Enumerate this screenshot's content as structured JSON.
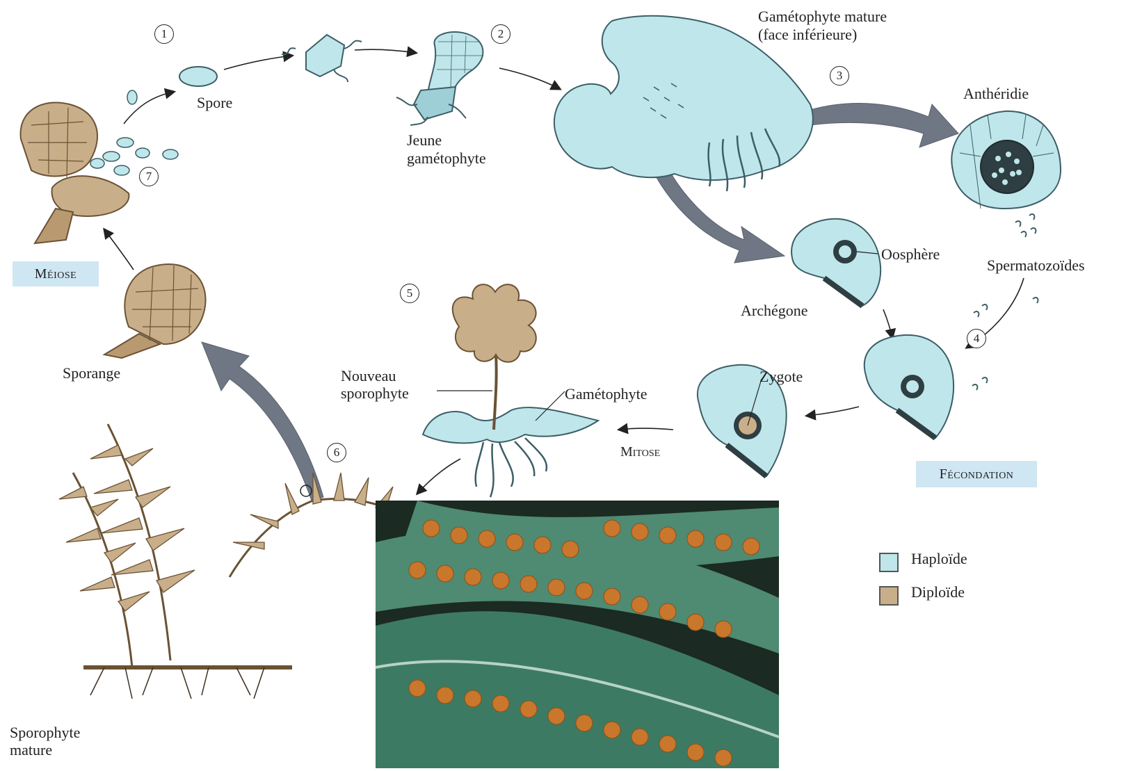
{
  "steps": [
    "1",
    "2",
    "3",
    "4",
    "5",
    "6",
    "7"
  ],
  "labels": {
    "spore": "Spore",
    "jeune_gametophyte_l1": "Jeune",
    "jeune_gametophyte_l2": "gamétophyte",
    "gametophyte_mature_l1": "Gamétophyte mature",
    "gametophyte_mature_l2": "(face inférieure)",
    "antheridie": "Anthéridie",
    "oosphere": "Oosphère",
    "spermatozoides": "Spermatozoïdes",
    "archegone": "Archégone",
    "zygote": "Zygote",
    "nouveau_sporophyte_l1": "Nouveau",
    "nouveau_sporophyte_l2": "sporophyte",
    "gametophyte": "Gamétophyte",
    "mitose": "Mitose",
    "fecondation": "Fécondation",
    "meiose": "Méiose",
    "sporange": "Sporange",
    "sporophyte_mature_l1": "Sporophyte",
    "sporophyte_mature_l2": "mature"
  },
  "legend": [
    {
      "label": "Haploïde",
      "color": "#bfe6ea"
    },
    {
      "label": "Diploïde",
      "color": "#c9ae8a"
    }
  ],
  "colors": {
    "haploid": "#bfe6ea",
    "haploid_stroke": "#3c5e66",
    "diploid": "#c9ae8a",
    "diploid_stroke": "#6a5234",
    "big_arrow": "#6f7684",
    "label_box": "#cfe6f3",
    "leaf_dark": "#2e5a4a",
    "leaf_green": "#4f8a72",
    "sori": "#c9772c"
  }
}
